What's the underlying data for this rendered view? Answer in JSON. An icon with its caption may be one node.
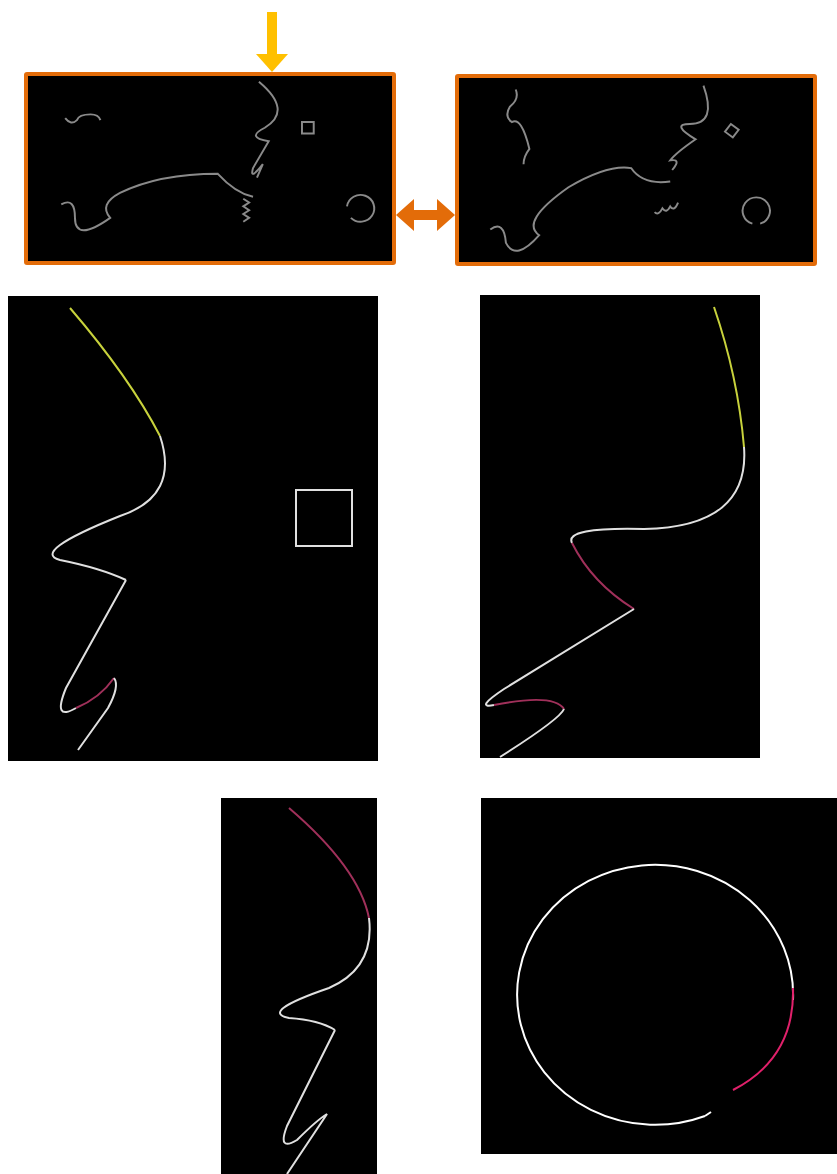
{
  "diagram": {
    "nodes": [
      {
        "text": [],
        "shape": "picture"
      },
      {
        "text": [],
        "shape": "picture"
      },
      {
        "text": [],
        "shape": "picture"
      },
      {
        "text": [],
        "shape": "picture"
      },
      {
        "text": [],
        "shape": "picture"
      },
      {
        "text": [],
        "shape": "picture"
      }
    ],
    "edges": [
      {
        "from": null,
        "to": 0,
        "arrow": "to",
        "color": "#ffc000"
      },
      {
        "from": 0,
        "to": 1,
        "arrow": "both",
        "color": "#e36c09"
      }
    ]
  }
}
